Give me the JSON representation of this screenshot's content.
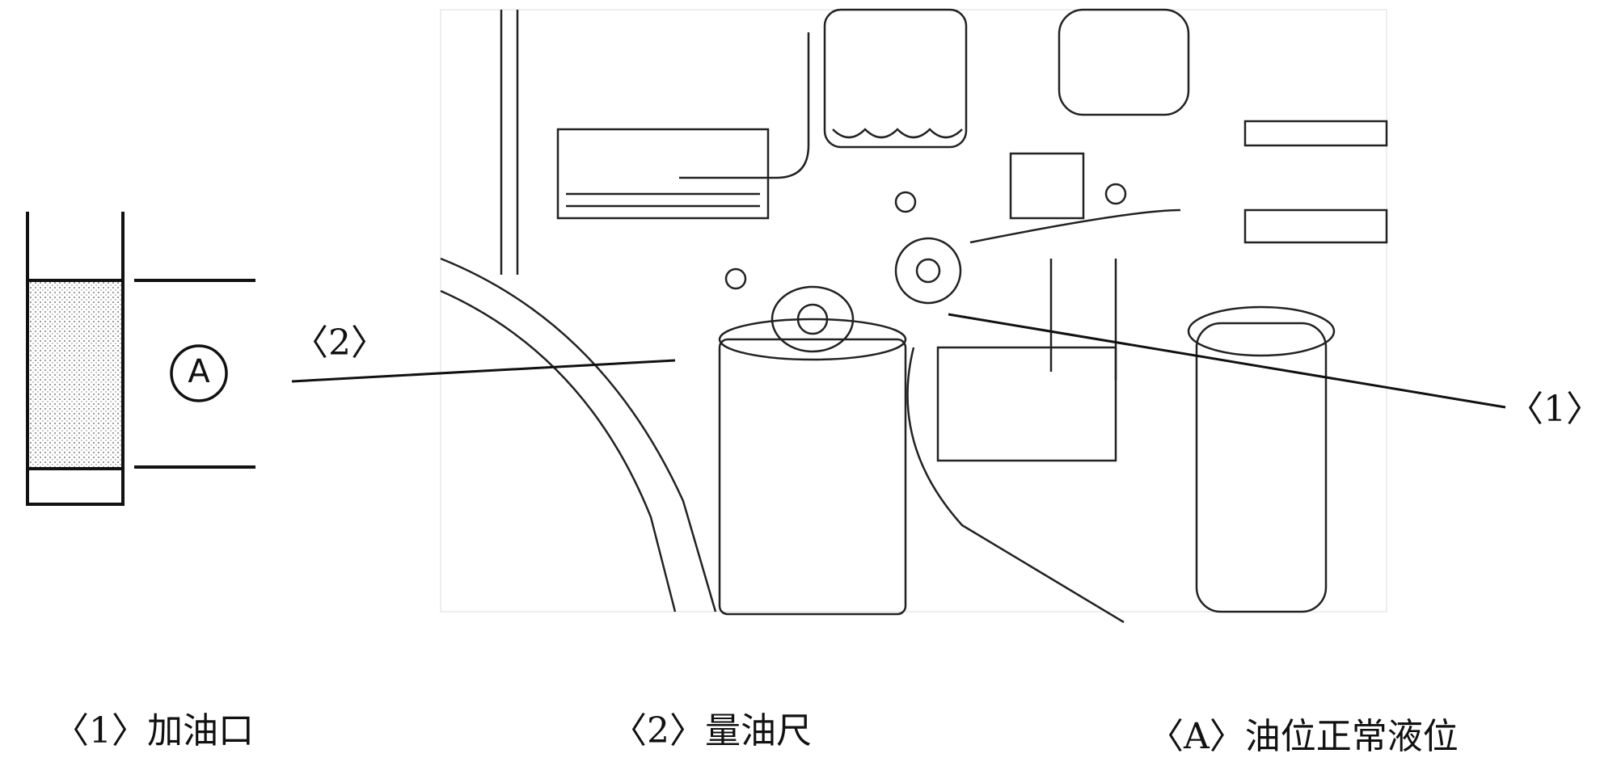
{
  "gauge": {
    "level_mark": "A",
    "level_fill_fraction": 0.78
  },
  "callouts": {
    "dipstick": "〈2〉",
    "filler": "〈1〉"
  },
  "legend": [
    {
      "key": "〈1〉",
      "text": "加油口"
    },
    {
      "key": "〈2〉",
      "text": "量油尺"
    },
    {
      "key": "〈A〉",
      "text": "油位正常液位"
    }
  ],
  "colors": {
    "ink": "#111111",
    "paper": "#ffffff"
  }
}
